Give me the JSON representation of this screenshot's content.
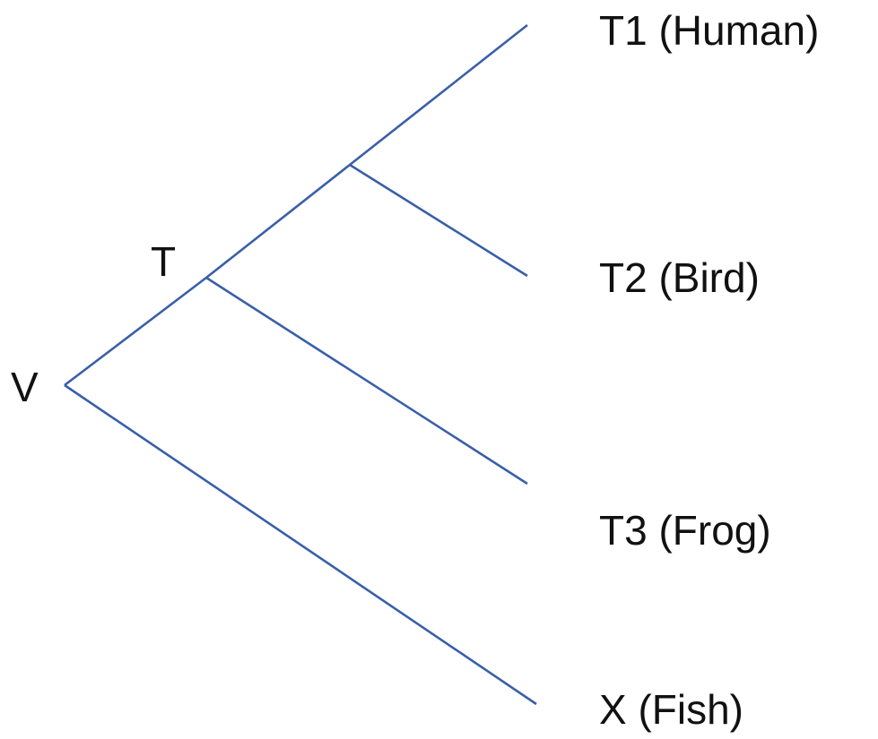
{
  "tree": {
    "line_color": "#3a5fa8",
    "nodes": {
      "root": "V",
      "inner": "T"
    },
    "leaves": [
      {
        "id": "t1",
        "label": "T1 (Human)"
      },
      {
        "id": "t2",
        "label": "T2 (Bird)"
      },
      {
        "id": "t3",
        "label": "T3 (Frog)"
      },
      {
        "id": "x",
        "label": "X (Fish)"
      }
    ]
  }
}
